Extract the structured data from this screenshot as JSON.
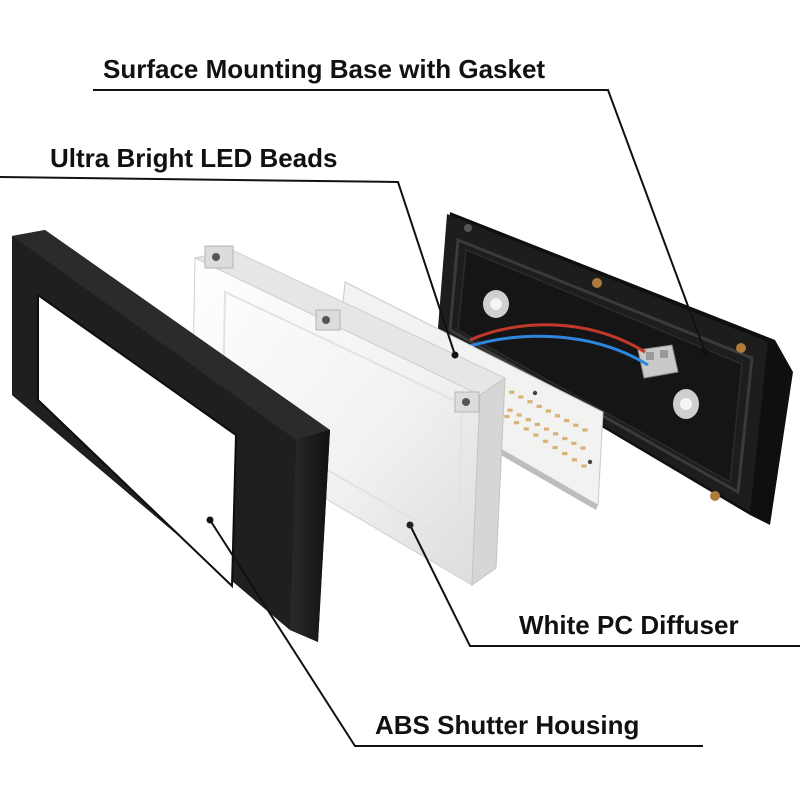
{
  "labels": {
    "base": "Surface Mounting Base with Gasket",
    "led": "Ultra Bright LED Beads",
    "diffuser": "White PC Diffuser",
    "housing": "ABS Shutter Housing"
  },
  "colors": {
    "housing": "#1b1b1b",
    "base": "#141414",
    "diffuser": "#eeeeee",
    "pcb": "#f2f2f0",
    "led_bead": "#d9b27a",
    "wire_red": "#c0392b",
    "wire_blue": "#2e86de",
    "leader_line": "#111111"
  }
}
